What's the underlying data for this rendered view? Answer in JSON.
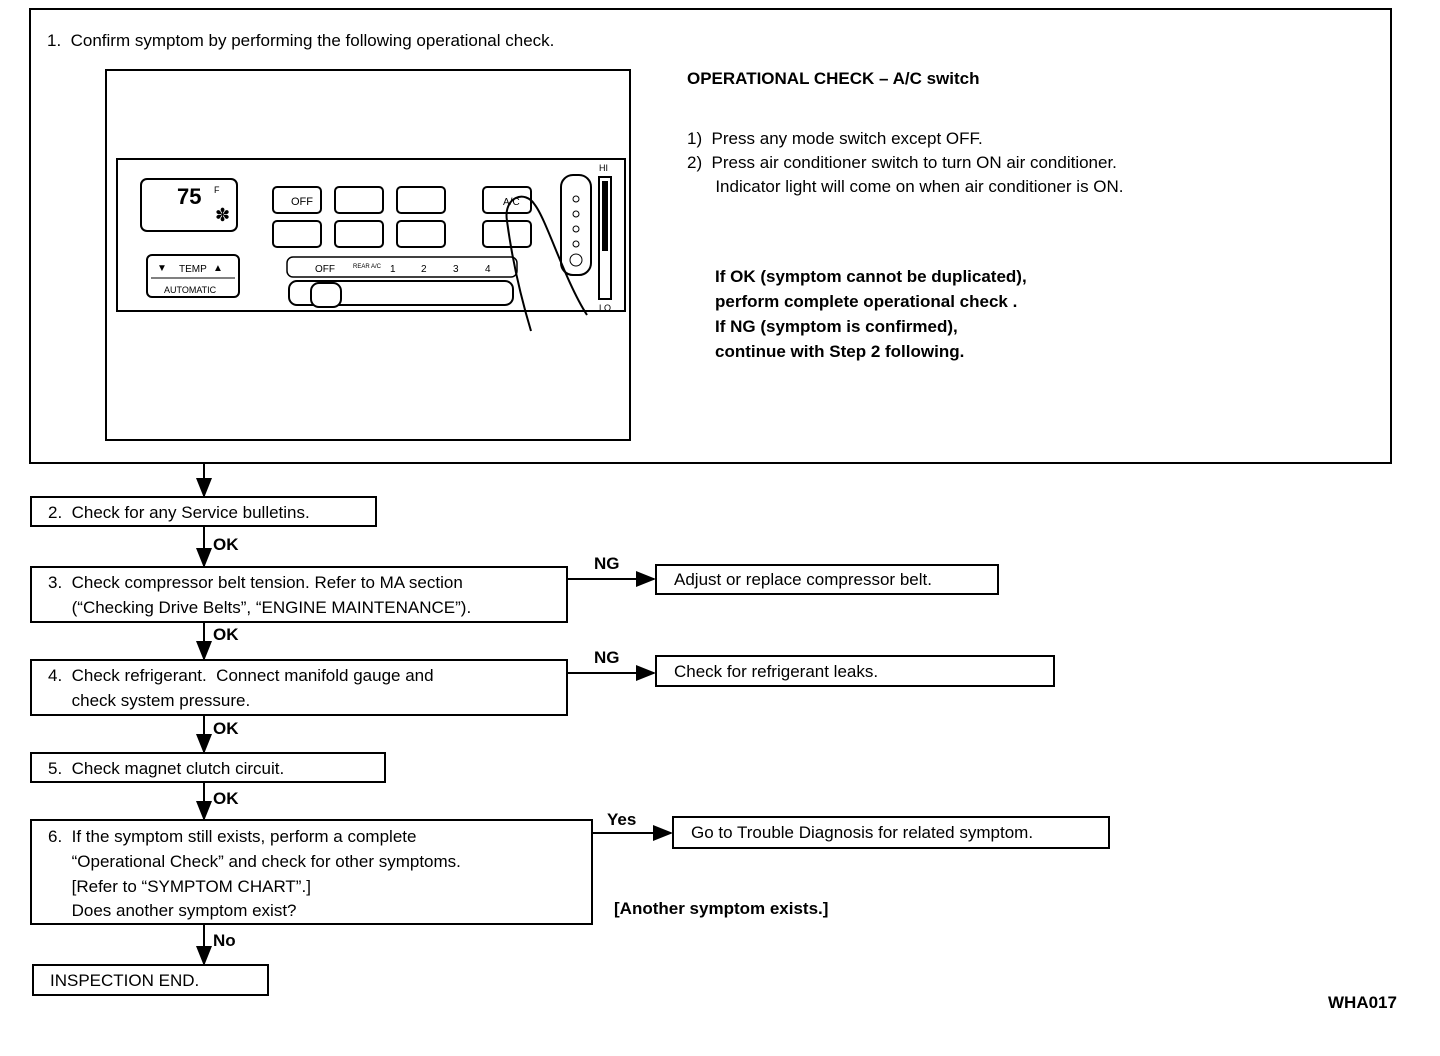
{
  "step1": {
    "text": "1.  Confirm symptom by performing the following operational check.",
    "panel": {
      "temp_value": "75",
      "temp_unit": "F",
      "buttons_row1": [
        "OFF",
        "",
        "",
        "A/C"
      ],
      "temp_label": "TEMP",
      "auto_label": "AUTOMATIC",
      "fan_labels": [
        "OFF",
        "REAR A/C",
        "1",
        "2",
        "3",
        "4"
      ],
      "hi_label": "HI",
      "lo_label": "LO"
    },
    "op_check_title": "OPERATIONAL CHECK – A/C switch",
    "op_items": [
      "1)  Press any mode switch except OFF.",
      "2)  Press air conditioner switch to turn ON air conditioner.",
      "      Indicator light will come on when air conditioner is ON."
    ],
    "result_lines": [
      "If OK (symptom cannot be duplicated),",
      "perform complete operational check .",
      "If NG (symptom is confirmed),",
      "continue with Step 2 following."
    ]
  },
  "step2": "2.  Check for any Service bulletins.",
  "step3": [
    "3.  Check compressor belt tension. Refer to MA section",
    "     (“Checking Drive Belts”, “ENGINE MAINTENANCE”)."
  ],
  "step3_ng": "Adjust or replace compressor belt.",
  "step4": [
    "4.  Check refrigerant.  Connect manifold gauge and",
    "     check system pressure."
  ],
  "step4_ng": "Check for refrigerant leaks.",
  "step5": "5.  Check magnet clutch circuit.",
  "step6": [
    "6.  If the symptom still exists, perform a complete",
    "     “Operational Check” and check for other symptoms.",
    "     [Refer to “SYMPTOM CHART”.]",
    "     Does another symptom exist?"
  ],
  "step6_yes": "Go to Trouble Diagnosis for related symptom.",
  "another_symptom": "[Another symptom exists.]",
  "end": "INSPECTION END.",
  "labels": {
    "ok": "OK",
    "ng": "NG",
    "yes": "Yes",
    "no": "No"
  },
  "figure_code": "WHA017"
}
